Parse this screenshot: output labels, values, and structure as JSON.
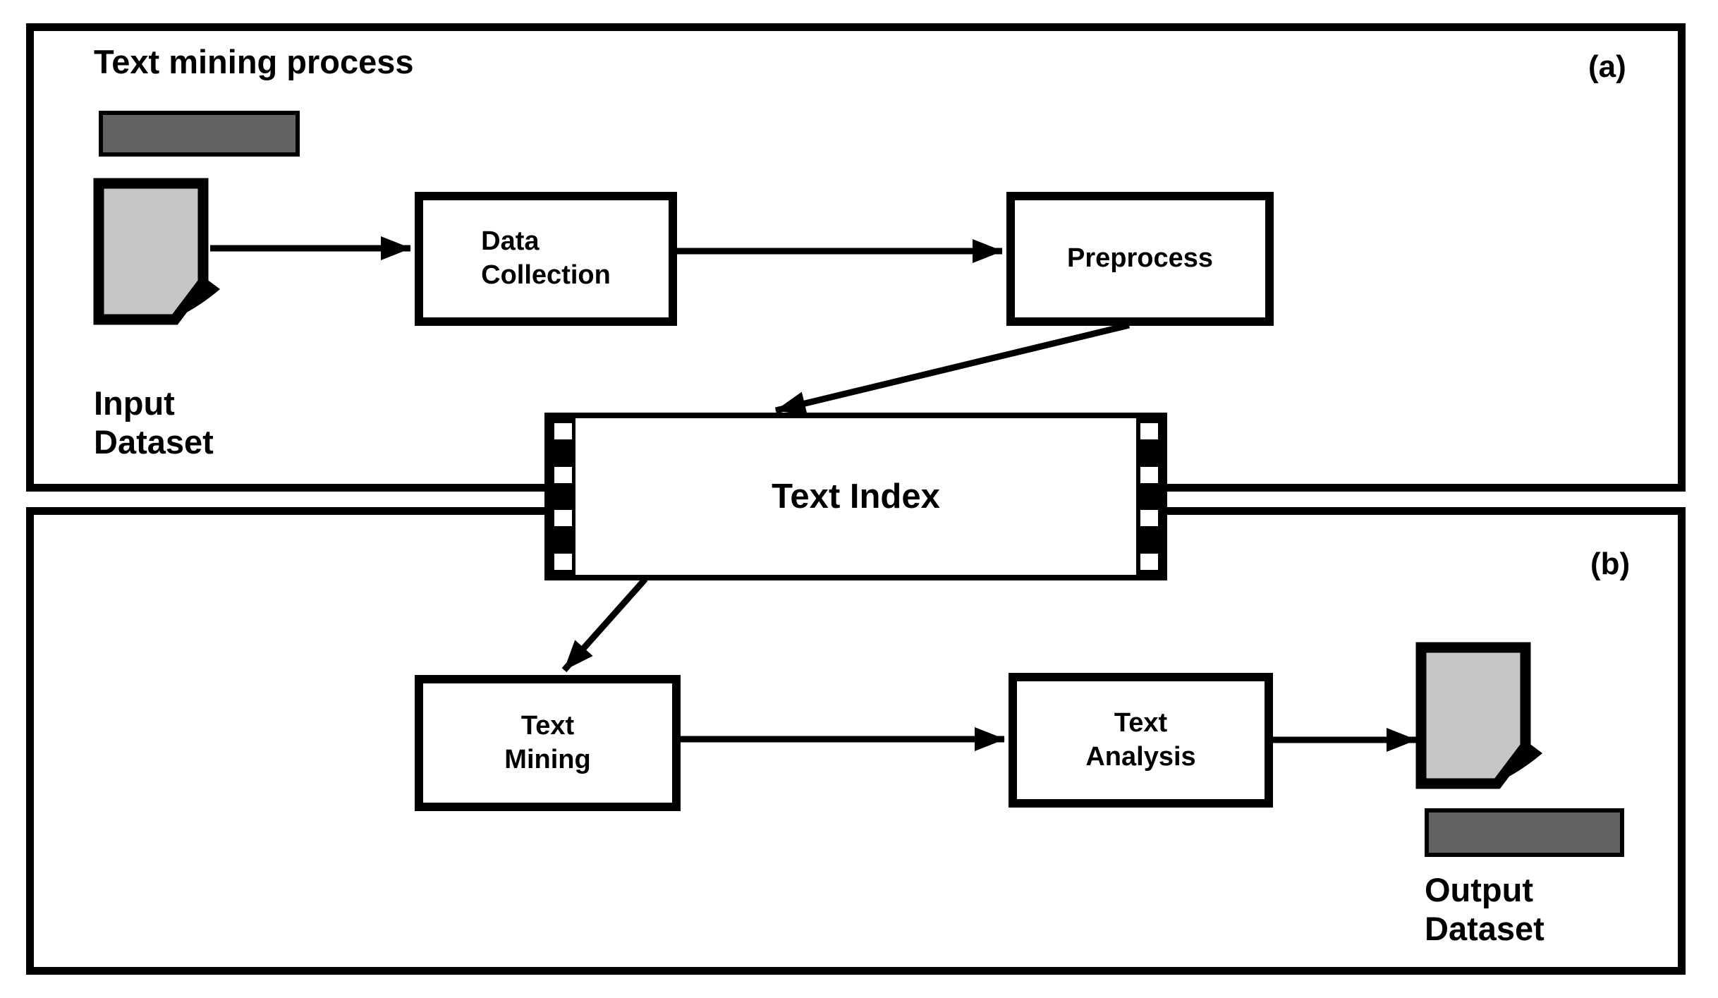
{
  "diagram": {
    "title": "Text mining process",
    "panels": [
      {
        "id": "a",
        "label": "(a)"
      },
      {
        "id": "b",
        "label": "(b)"
      }
    ],
    "nodes": {
      "input_dataset": "Input\nDataset",
      "data_collection": "Data\nCollection",
      "preprocess": "Preprocess",
      "text_index": "Text Index",
      "text_mining": "Text\nMining",
      "text_analysis": "Text\nAnalysis",
      "output_dataset": "Output\nDataset"
    },
    "icons": {
      "input_document": "document-icon",
      "output_document": "document-icon"
    },
    "colors": {
      "bar_dark_gray": "#636363",
      "document_light_gray": "#c6c6c6",
      "line_black": "#000000",
      "background_white": "#ffffff"
    }
  }
}
